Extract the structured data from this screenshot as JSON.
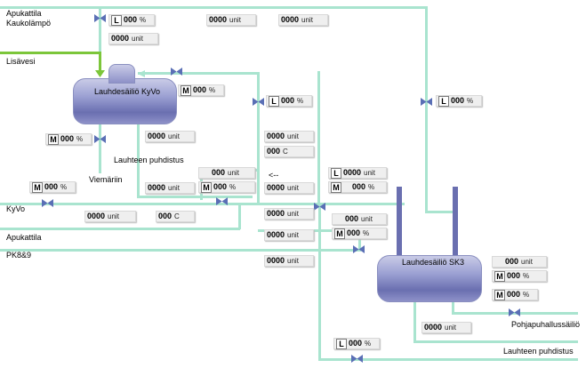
{
  "labels": {
    "apukattila_kaukolampo_1": "Apukattila",
    "apukattila_kaukolampo_2": "Kaukolämpö",
    "lisavesi": "Lisävesi",
    "tank1": "Lauhdesäiliö KyVo",
    "tank2": "Lauhdesäiliö SK3",
    "viemariin": "Viemäriin",
    "lauhteen_puhdistus_top": "Lauhteen puhdistus",
    "kyvo": "KyVo",
    "apukattila": "Apukattila",
    "pk89": "PK8&9",
    "pohjapuhallussailio": "Pohjapuhallussäiliö",
    "lauhteen_puhdistus_bottom": "Lauhteen puhdistus",
    "arrow": "<--"
  },
  "units": {
    "unit": "unit",
    "percent": "%",
    "celsius": "C"
  },
  "tags": {
    "L": "L",
    "M": "M"
  },
  "fields": {
    "l_top": "000",
    "unit_top": "0000",
    "unit_hdr1": "0000",
    "unit_hdr2": "0000",
    "m_tank1": "000",
    "l_mid": "000",
    "l_right": "000",
    "m_left": "000",
    "unit_tank1_bottom": "0000",
    "unit_center1": "0000",
    "c_center1": "000",
    "unit_box_a1": "000",
    "m_box_a2": "000",
    "unit_row_kyvo": "0000",
    "m_kyvo": "000",
    "unit_center2": "0000",
    "l_box_b1": "0000",
    "m_box_b2": "000",
    "unit_apu": "0000",
    "c_apu": "000",
    "unit_center3": "0000",
    "unit_box_c1": "000",
    "m_box_c2": "000",
    "unit_center4": "0000",
    "unit_center5": "0000",
    "unit_sk3": "000",
    "m_sk3_1": "000",
    "m_sk3_2": "000",
    "unit_sk3_bottom": "0000",
    "l_bottom": "000"
  },
  "colors": {
    "pipe": "#a9e4cf",
    "feed_pipe": "#7cc63a",
    "tank": "#8e91c8",
    "valve": "#5a6fb5"
  }
}
